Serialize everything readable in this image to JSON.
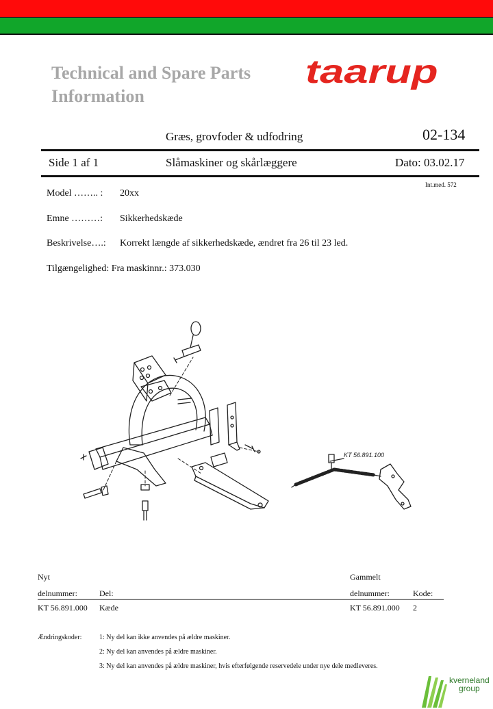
{
  "header": {
    "title_line1": "Technical and Spare Parts",
    "title_line2": "Information",
    "brand": "taarup",
    "category": "Græs, grovfoder & udfodring",
    "doc_number": "02-134",
    "page": "Side 1 af 1",
    "product_line": "Slåmaskiner og skårlæggere",
    "date": "Dato: 03.02.17",
    "int_med": "Int.med. 572"
  },
  "fields": [
    {
      "label": "Model …….. :",
      "value": "20xx"
    },
    {
      "label": "Emne ………:",
      "value": "Sikkerhedskæde"
    },
    {
      "label": "Beskrivelse….:",
      "value": "Korrekt længde af sikkerhedskæde, ændret fra 26 til 23 led."
    }
  ],
  "availability": "Tilgængelighed: Fra maskinnr.: 373.030",
  "illustration": {
    "callout": "KT 56.891.100"
  },
  "parts_table": {
    "header_new_top": "Nyt",
    "header_new": "delnummer:",
    "header_part": "Del:",
    "header_old_top": "Gammelt",
    "header_old": "delnummer:",
    "header_code": "Kode:",
    "rows": [
      {
        "new": "KT 56.891.000",
        "part": "Kæde",
        "old": "KT 56.891.000",
        "code": "2"
      }
    ]
  },
  "change_codes": {
    "label": "Ændringskoder:",
    "items": [
      "1:  Ny del kan ikke anvendes på ældre maskiner.",
      "2:  Ny del kan anvendes på ældre maskiner.",
      "3:  Ny del kan anvendes på ældre maskiner, hvis efterfølgende reservedele under nye dele medleveres."
    ]
  },
  "footer": {
    "brand_line1": "kverneland",
    "brand_line2": "group"
  },
  "colors": {
    "band_red": "#ff0a0a",
    "band_green": "#11a62a",
    "brand_red": "#e5251f",
    "kv_green": "#6bbf3a"
  }
}
